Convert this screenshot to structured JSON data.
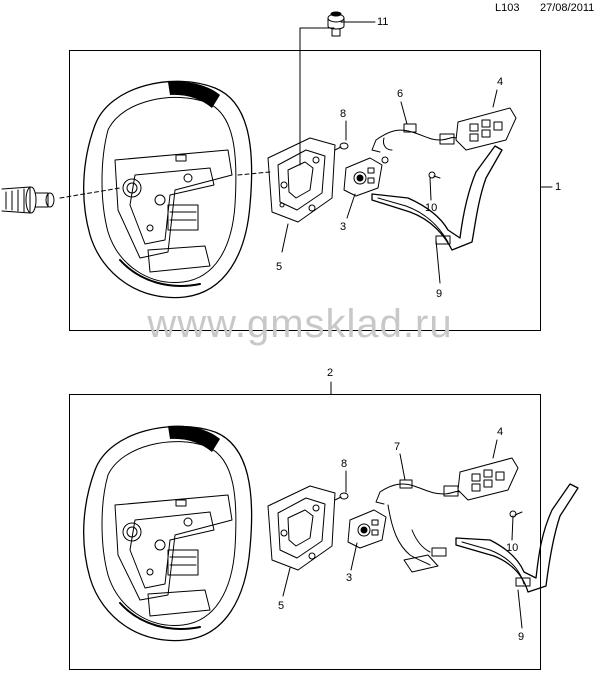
{
  "header": {
    "code": "L103",
    "date": "27/08/2011"
  },
  "watermark": "www.gmsklad.ru",
  "assembly_1": {
    "label": "1",
    "callouts": {
      "c3": "3",
      "c4": "4",
      "c5": "5",
      "c6": "6",
      "c8": "8",
      "c9": "9",
      "c10": "10",
      "c11": "11"
    }
  },
  "assembly_2": {
    "label": "2",
    "callouts": {
      "c3": "3",
      "c4": "4",
      "c5": "5",
      "c7": "7",
      "c8": "8",
      "c9": "9",
      "c10": "10"
    }
  }
}
